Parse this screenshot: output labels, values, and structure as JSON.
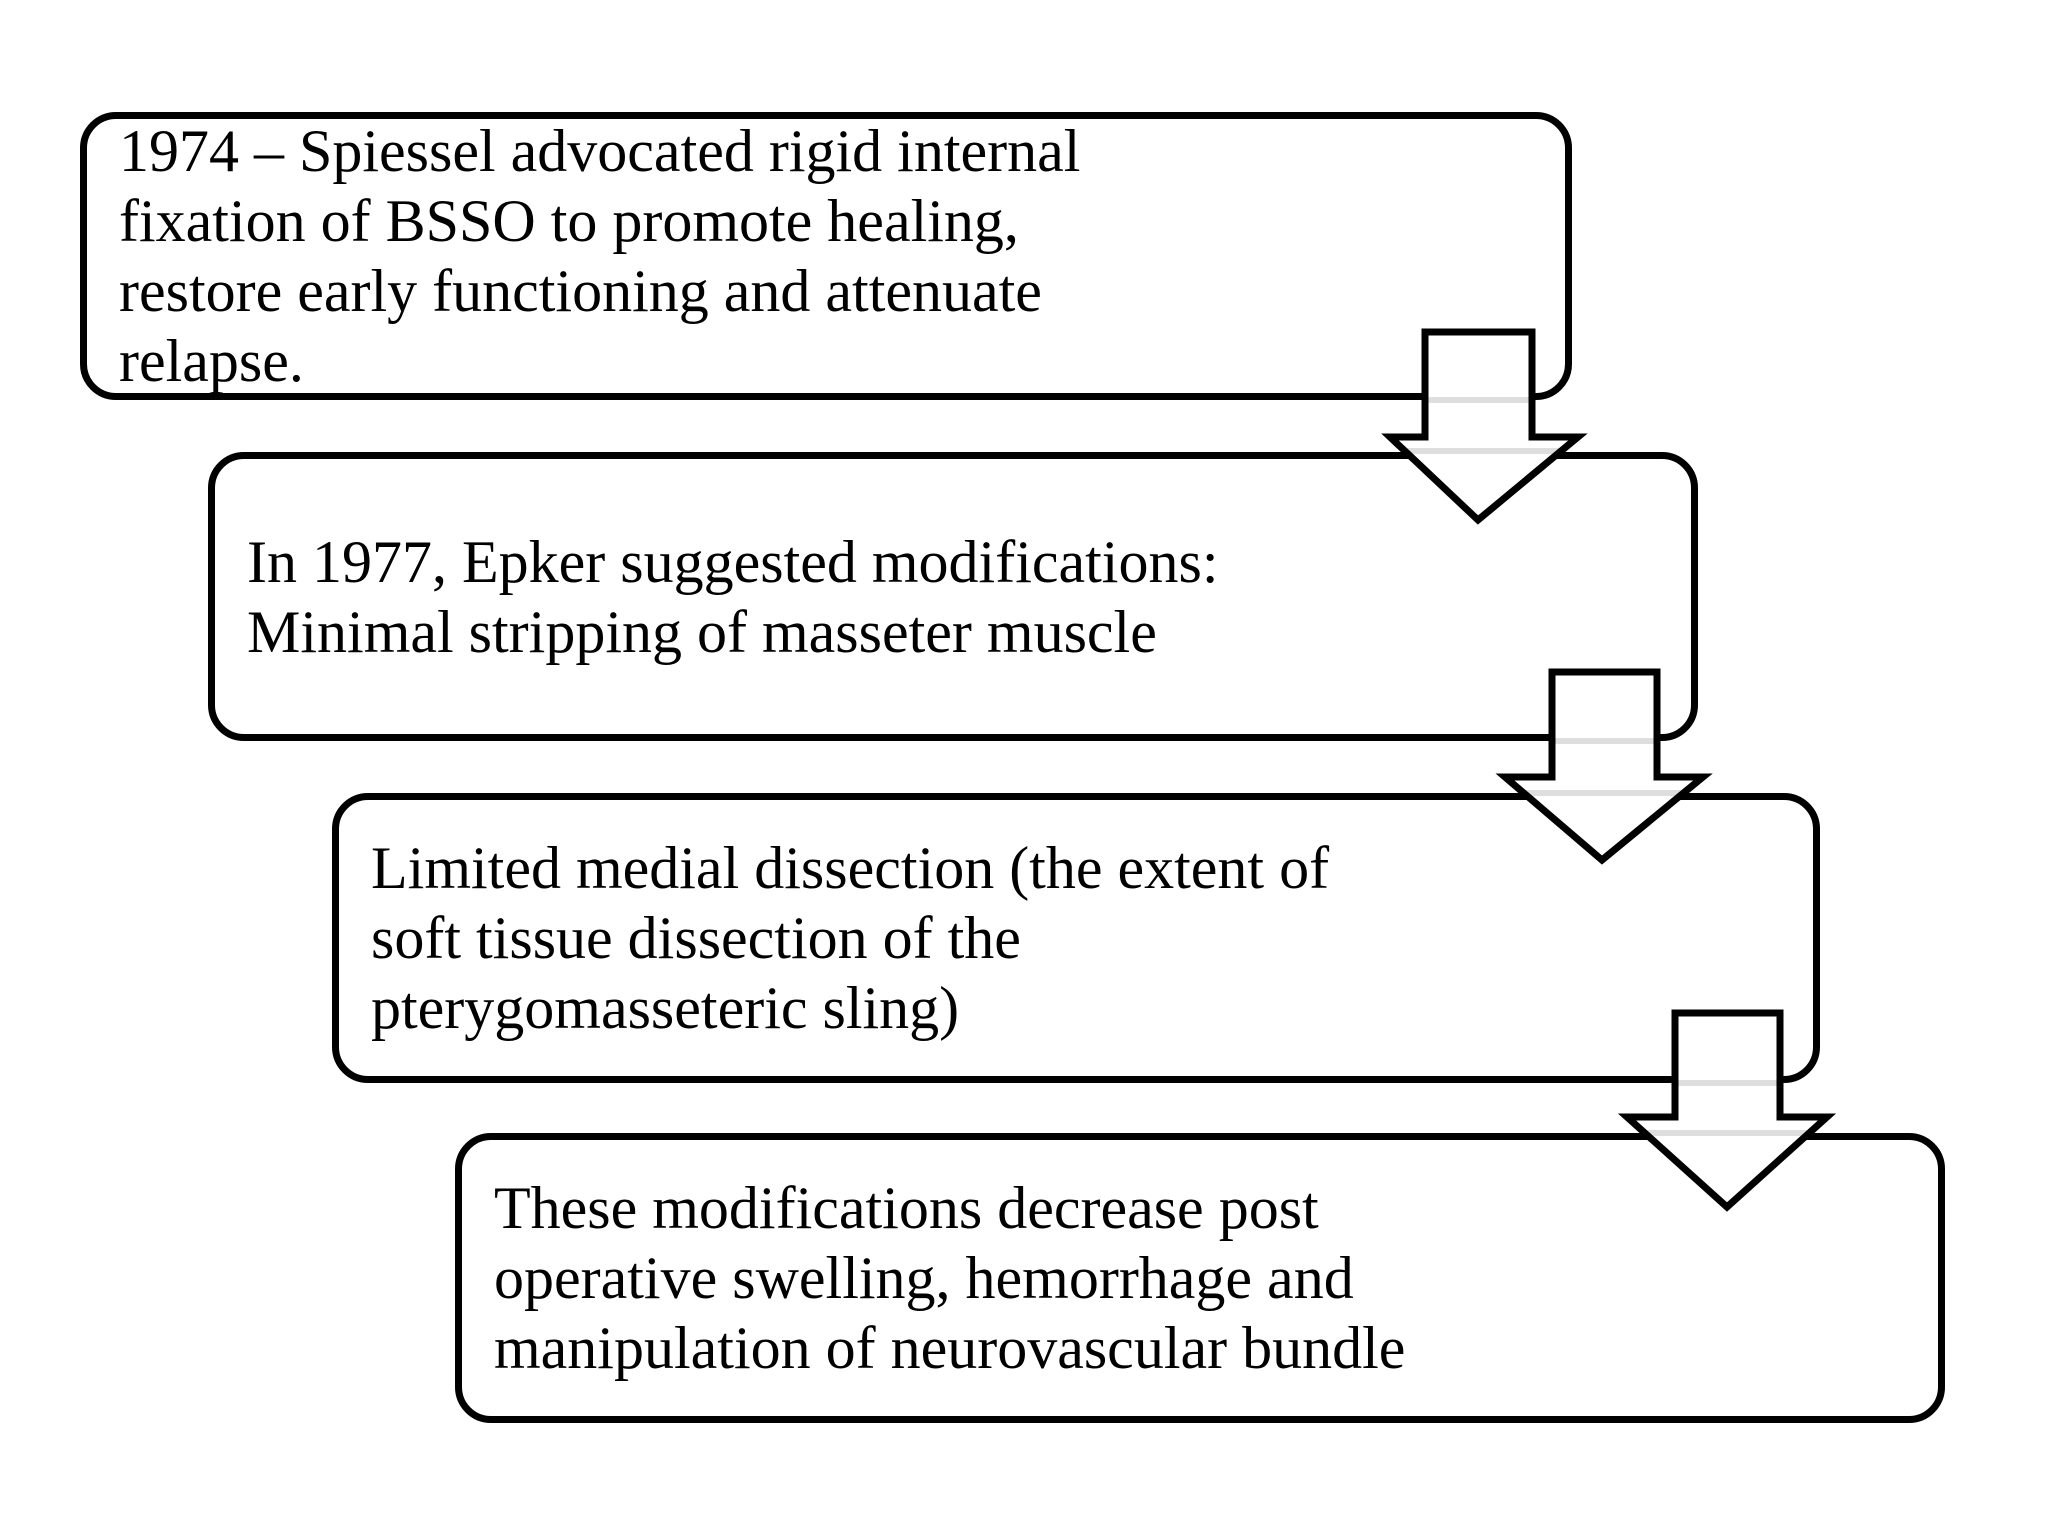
{
  "diagram": {
    "type": "flowchart",
    "boxes": [
      {
        "name": "box-1974-spiessel",
        "lines": [
          "1974 – Spiessel advocated rigid internal",
          "fixation of BSSO to promote healing,",
          "restore early functioning and attenuate",
          "relapse."
        ]
      },
      {
        "name": "box-1977-epker",
        "lines": [
          "In 1977, Epker suggested modifications:",
          "Minimal stripping of masseter muscle"
        ]
      },
      {
        "name": "box-limited-medial-dissection",
        "lines": [
          "Limited medial dissection (the extent of",
          "soft tissue dissection of the",
          "pterygomasseteric sling)"
        ]
      },
      {
        "name": "box-modifications-outcome",
        "lines": [
          "These modifications decrease post",
          "operative swelling, hemorrhage and",
          "manipulation of neurovascular bundle"
        ]
      }
    ],
    "arrows": [
      {
        "name": "down-arrow-1",
        "from": "box-1974-spiessel",
        "to": "box-1977-epker"
      },
      {
        "name": "down-arrow-2",
        "from": "box-1977-epker",
        "to": "box-limited-medial-dissection"
      },
      {
        "name": "down-arrow-3",
        "from": "box-limited-medial-dissection",
        "to": "box-modifications-outcome"
      }
    ],
    "colors": {
      "background": "#ffffff",
      "border": "#000000",
      "text": "#000000",
      "arrow_fill": "#ffffff",
      "hidden_edge_tint": "#dedede"
    }
  }
}
